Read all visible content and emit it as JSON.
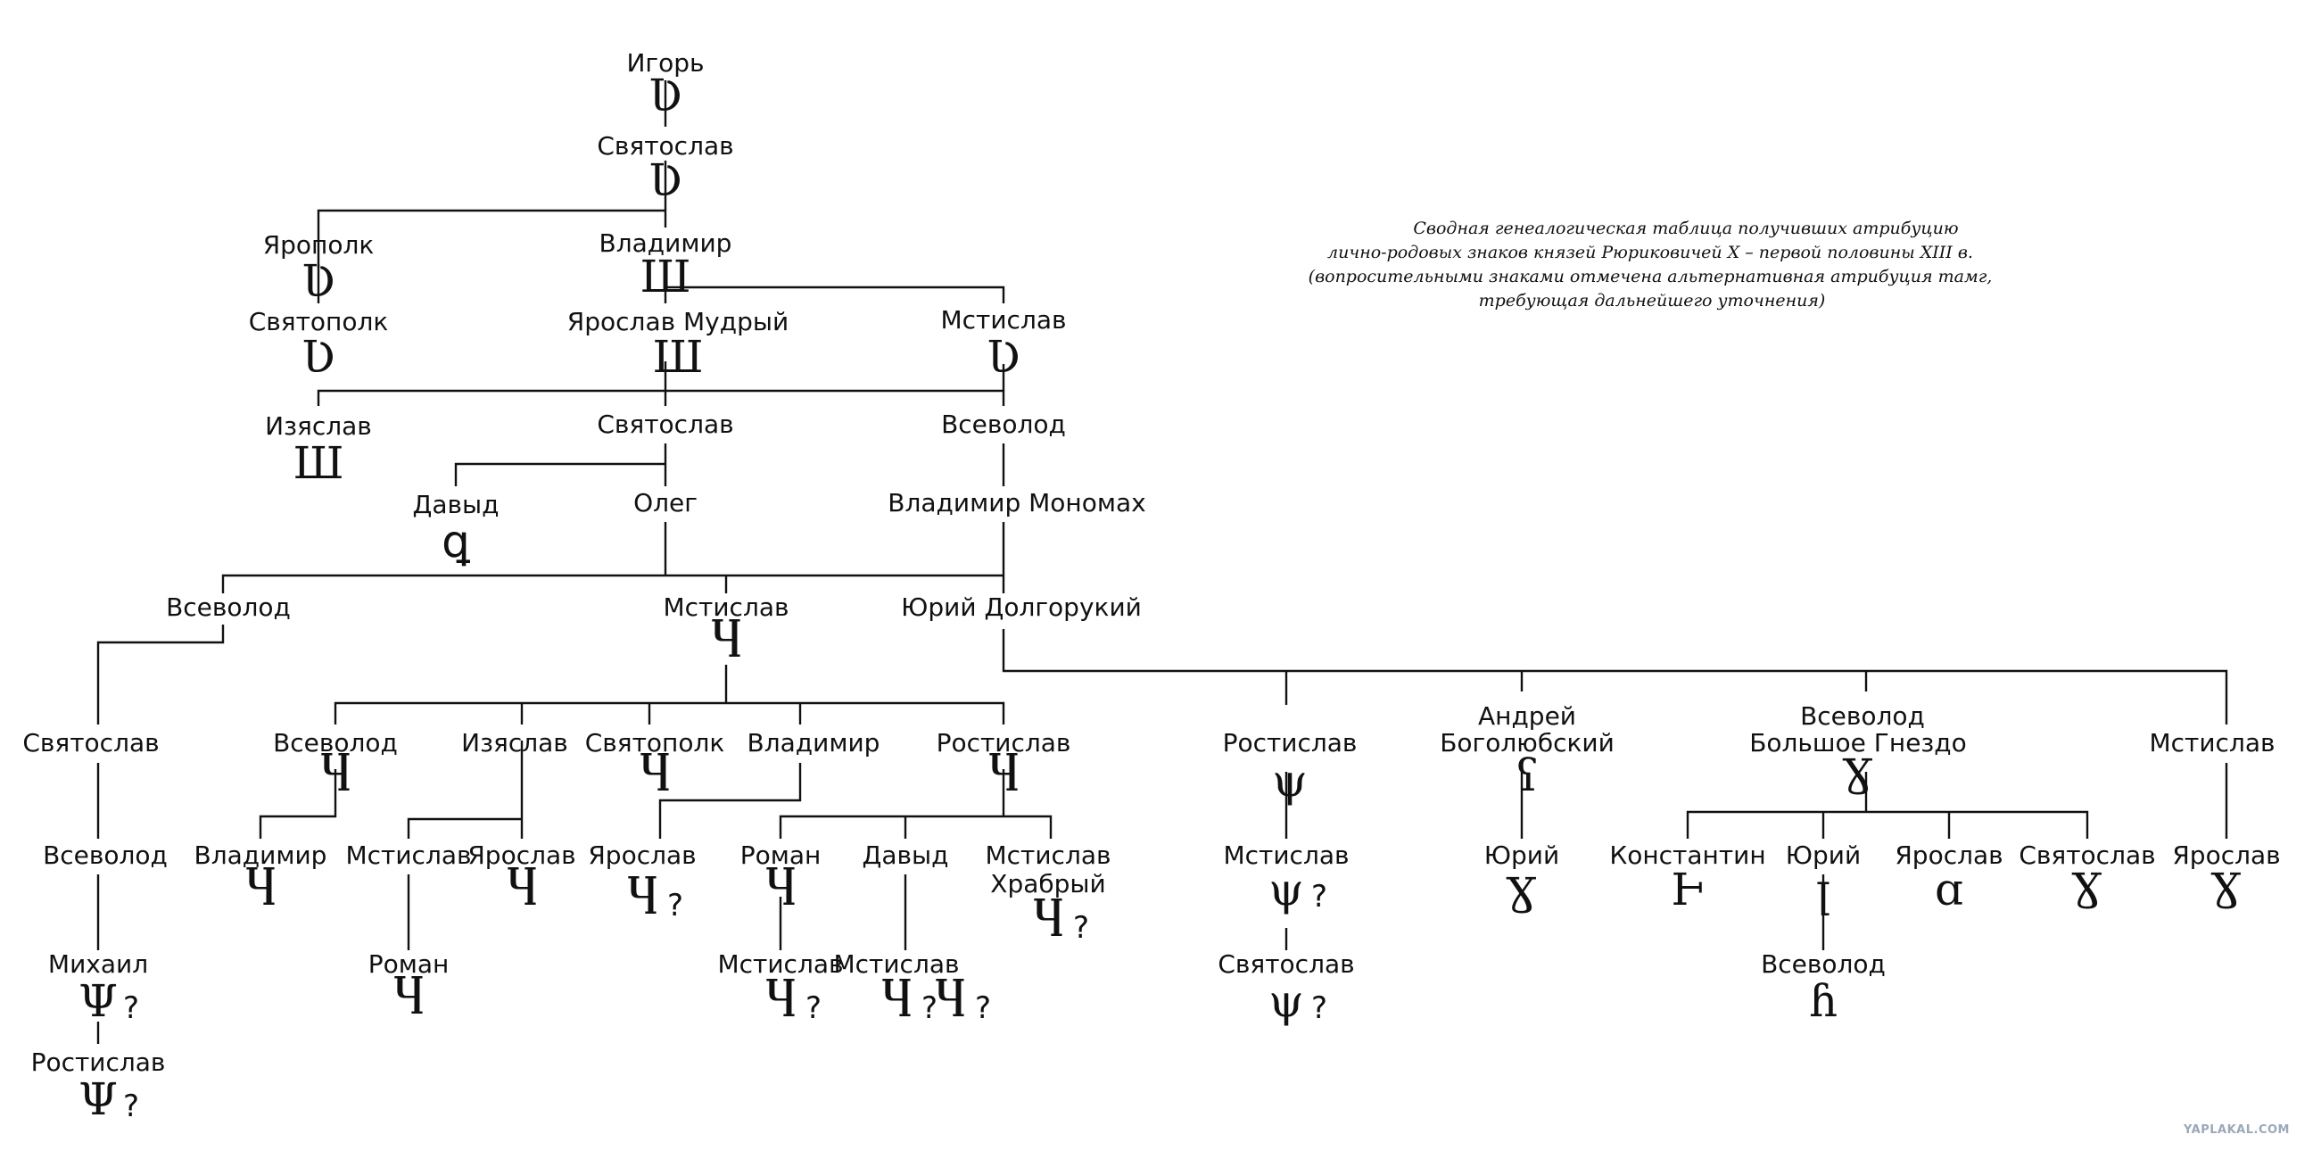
{
  "caption": [
    "Сводная генеалогическая таблица получивших атрибуцию",
    "лично-родовых знаков князей Рюриковичей X – первой половины XIII в.",
    "(вопросительными знаками отмечена альтернативная атрибуция тамг,",
    "требующая дальнейшего уточнения)"
  ],
  "watermark": "YAPLAKAL.COM",
  "tamga_icons": {
    "bident": "bident-icon",
    "trident": "trident-icon",
    "cross_bident": "cross-bident-icon",
    "fork": "fork-icon",
    "hook": "hook-icon"
  },
  "princes": [
    {
      "id": "igor",
      "name": "Игорь",
      "tamga": "Ʋ",
      "q": ""
    },
    {
      "id": "svyatoslav1",
      "name": "Святослав",
      "tamga": "Ʋ",
      "q": ""
    },
    {
      "id": "yaropolk",
      "name": "Ярополк",
      "tamga": "Ʋ",
      "q": ""
    },
    {
      "id": "vladimir1",
      "name": "Владимир",
      "tamga": "Ш",
      "q": ""
    },
    {
      "id": "svyatopolk1",
      "name": "Святополк",
      "tamga": "Ʋ",
      "q": ""
    },
    {
      "id": "yaroslav_mudry",
      "name": "Ярослав Мудрый",
      "tamga": "Ш",
      "q": ""
    },
    {
      "id": "mstislav1",
      "name": "Мстислав",
      "tamga": "Ʋ",
      "q": ""
    },
    {
      "id": "izyaslav1",
      "name": "Изяслав",
      "tamga": "Ш",
      "q": ""
    },
    {
      "id": "svyatoslav2",
      "name": "Святослав",
      "tamga": "",
      "q": ""
    },
    {
      "id": "vsevolod1",
      "name": "Всеволод",
      "tamga": "",
      "q": ""
    },
    {
      "id": "david1",
      "name": "Давыд",
      "tamga": "ꝗ",
      "q": ""
    },
    {
      "id": "oleg",
      "name": "Олег",
      "tamga": "",
      "q": ""
    },
    {
      "id": "monomakh",
      "name": "Владимир Мономах",
      "tamga": "",
      "q": ""
    },
    {
      "id": "vsevolod2",
      "name": "Всеволод",
      "tamga": "",
      "q": ""
    },
    {
      "id": "mstislav2",
      "name": "Мстислав",
      "tamga": "Ⴗ",
      "q": ""
    },
    {
      "id": "yuri_dolgoruky",
      "name": "Юрий Долгорукий",
      "tamga": "",
      "q": ""
    },
    {
      "id": "svyatoslav3",
      "name": "Святослав",
      "tamga": "",
      "q": ""
    },
    {
      "id": "vsevolod3",
      "name": "Всеволод",
      "tamga": "Ⴗ",
      "q": ""
    },
    {
      "id": "izyaslav2",
      "name": "Изяслав",
      "tamga": "",
      "q": ""
    },
    {
      "id": "svyatopolk2",
      "name": "Святополк",
      "tamga": "Ⴗ",
      "q": ""
    },
    {
      "id": "vladimir2",
      "name": "Владимир",
      "tamga": "",
      "q": ""
    },
    {
      "id": "rostislav1",
      "name": "Ростислав",
      "tamga": "Ⴗ",
      "q": ""
    },
    {
      "id": "rostislav2",
      "name": "Ростислав",
      "tamga": "ψ",
      "q": ""
    },
    {
      "id": "andrey_line1",
      "name": "Андрей",
      "tamga": "",
      "q": ""
    },
    {
      "id": "andrey_line2",
      "name": "Боголюбский",
      "tamga": "ʕ",
      "q": ""
    },
    {
      "id": "vsevolod_gnezdo_line1",
      "name": "Всеволод",
      "tamga": "",
      "q": ""
    },
    {
      "id": "vsevolod_gnezdo_line2",
      "name": "Большое Гнездо",
      "tamga": "Ɣ",
      "q": ""
    },
    {
      "id": "mstislav3",
      "name": "Мстислав",
      "tamga": "",
      "q": ""
    },
    {
      "id": "vsevolod4",
      "name": "Всеволод",
      "tamga": "",
      "q": ""
    },
    {
      "id": "vladimir3",
      "name": "Владимир",
      "tamga": "Ⴗ",
      "q": ""
    },
    {
      "id": "mstislav4",
      "name": "Мстислав",
      "tamga": "",
      "q": ""
    },
    {
      "id": "yaroslav1",
      "name": "Ярослав",
      "tamga": "Ⴗ",
      "q": ""
    },
    {
      "id": "yaroslav2",
      "name": "Ярослав",
      "tamga": "Ⴗ",
      "q": "?"
    },
    {
      "id": "roman1",
      "name": "Роман",
      "tamga": "Ⴗ",
      "q": ""
    },
    {
      "id": "david2",
      "name": "Давыд",
      "tamga": "",
      "q": ""
    },
    {
      "id": "mstislav_hrabry_line1",
      "name": "Мстислав",
      "tamga": "",
      "q": ""
    },
    {
      "id": "mstislav_hrabry_line2",
      "name": "Храбрый",
      "tamga": "Ⴗ",
      "q": "?"
    },
    {
      "id": "mstislav5",
      "name": "Мстислав",
      "tamga": "ψ",
      "q": "?"
    },
    {
      "id": "yuri1",
      "name": "Юрий",
      "tamga": "Ɣ",
      "q": ""
    },
    {
      "id": "konstantin",
      "name": "Константин",
      "tamga": "Ͱ",
      "q": ""
    },
    {
      "id": "yuri2",
      "name": "Юрий",
      "tamga": "ꞁ",
      "q": ""
    },
    {
      "id": "yaroslav3",
      "name": "Ярослав",
      "tamga": "ɑ",
      "q": ""
    },
    {
      "id": "svyatoslav4",
      "name": "Святослав",
      "tamga": "Ɣ",
      "q": ""
    },
    {
      "id": "yaroslav4",
      "name": "Ярослав",
      "tamga": "Ɣ",
      "q": ""
    },
    {
      "id": "mikhail",
      "name": "Михаил",
      "tamga": "Ψ",
      "q": "?"
    },
    {
      "id": "roman2",
      "name": "Роман",
      "tamga": "Ⴗ",
      "q": ""
    },
    {
      "id": "mstislav6",
      "name": "Мстислав",
      "tamga": "Ⴗ",
      "q": "?"
    },
    {
      "id": "mstislav7",
      "name": "Мстислав",
      "tamga": "Ⴗ",
      "q": "?"
    },
    {
      "id": "mstislav7b",
      "name": "",
      "tamga": "Ⴗ",
      "q": "?"
    },
    {
      "id": "svyatoslav5",
      "name": "Святослав",
      "tamga": "ψ",
      "q": "?"
    },
    {
      "id": "vsevolod5",
      "name": "Всеволод",
      "tamga": "ɦ",
      "q": ""
    },
    {
      "id": "rostislav3",
      "name": "Ростислав",
      "tamga": "Ψ",
      "q": "?"
    }
  ]
}
